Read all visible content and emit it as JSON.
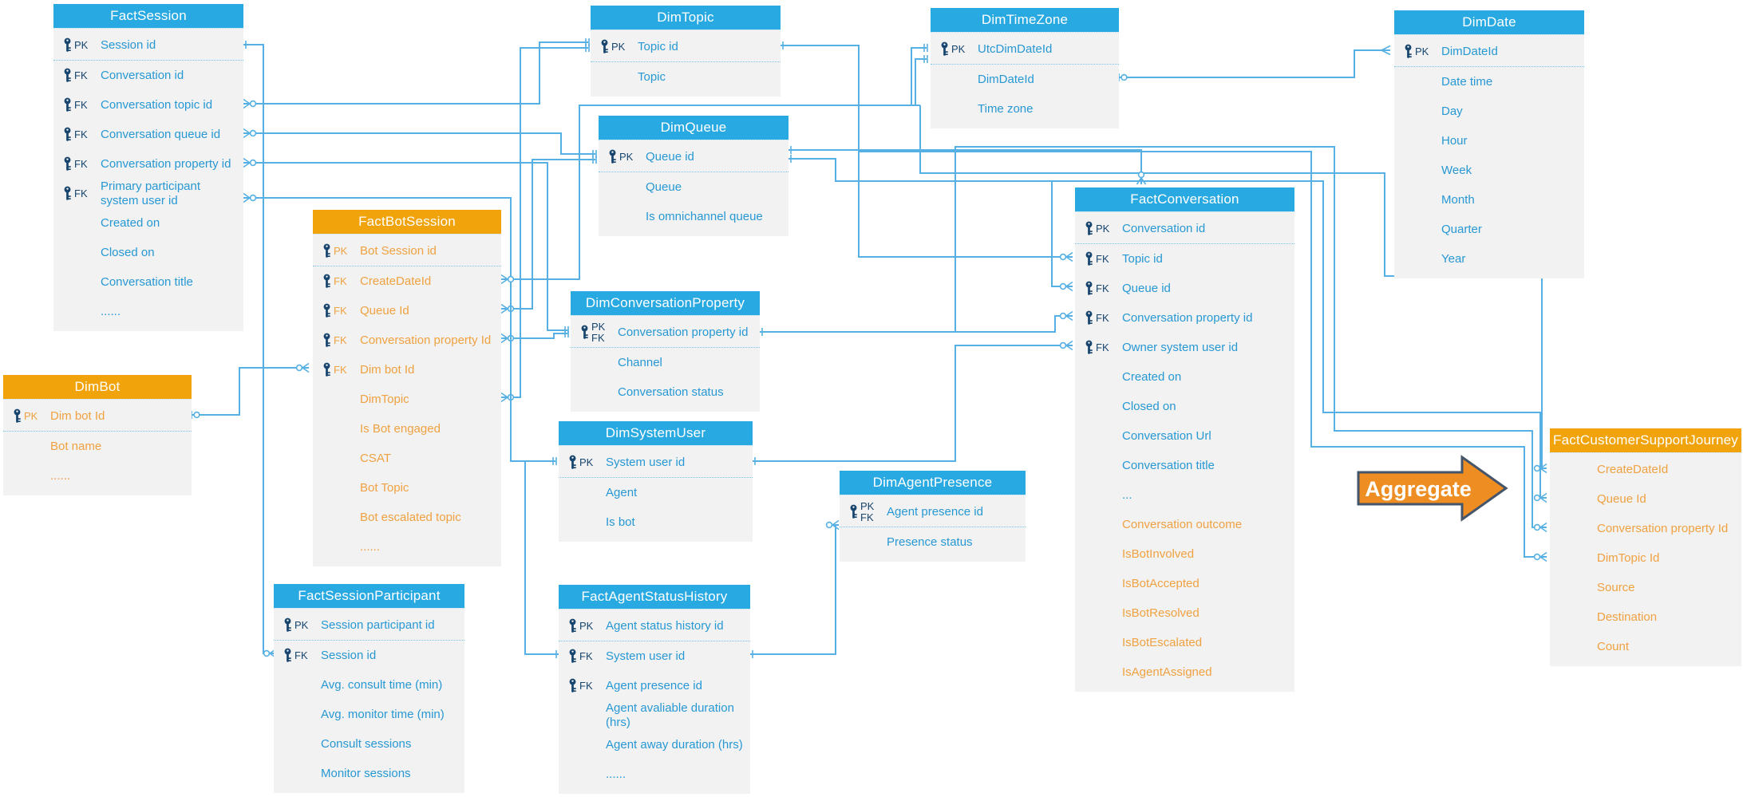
{
  "colors": {
    "blue": "#29a9e1",
    "orange": "#f0a30a",
    "line": "#56b0e3",
    "row_blue": "#2798d4",
    "row_orange": "#f0a141",
    "key_navy": "#17456e",
    "body_bg": "#f2f2f2",
    "arrow_fill": "#ee8d22",
    "arrow_border": "#44546a"
  },
  "aggregate_label": "Aggregate",
  "tables": [
    {
      "id": "factSession",
      "header": "FactSession",
      "theme": "blue",
      "rows": [
        {
          "key": "PK",
          "label": "Session id"
        },
        {
          "key": "FK",
          "label": "Conversation id"
        },
        {
          "key": "FK",
          "label": "Conversation topic id"
        },
        {
          "key": "FK",
          "label": "Conversation queue id"
        },
        {
          "key": "FK",
          "label": "Conversation property id"
        },
        {
          "key": "FK",
          "label": "Primary participant system user id"
        },
        {
          "label": "Created on"
        },
        {
          "label": "Closed on"
        },
        {
          "label": "Conversation title"
        },
        {
          "label": "......"
        }
      ]
    },
    {
      "id": "dimBot",
      "header": "DimBot",
      "theme": "orange",
      "rows": [
        {
          "key": "PK",
          "label": "Dim bot Id"
        },
        {
          "label": "Bot name"
        },
        {
          "label": "......"
        }
      ]
    },
    {
      "id": "factBotSession",
      "header": "FactBotSession",
      "theme": "orange",
      "rows": [
        {
          "key": "PK",
          "label": "Bot Session id"
        },
        {
          "key": "FK",
          "label": "CreateDateId"
        },
        {
          "key": "FK",
          "label": "Queue Id"
        },
        {
          "key": "FK",
          "label": "Conversation property Id"
        },
        {
          "key": "FK",
          "label": "Dim bot Id"
        },
        {
          "label": "DimTopic"
        },
        {
          "label": "Is Bot engaged"
        },
        {
          "label": "CSAT"
        },
        {
          "label": "Bot Topic"
        },
        {
          "label": "Bot escalated topic"
        },
        {
          "label": "......"
        }
      ]
    },
    {
      "id": "factSessionParticipant",
      "header": "FactSessionParticipant",
      "theme": "blue",
      "rows": [
        {
          "key": "PK",
          "label": "Session participant id"
        },
        {
          "key": "FK",
          "label": "Session id"
        },
        {
          "label": "Avg. consult time (min)"
        },
        {
          "label": "Avg. monitor time (min)"
        },
        {
          "label": "Consult sessions"
        },
        {
          "label": "Monitor sessions"
        }
      ]
    },
    {
      "id": "dimTopic",
      "header": "DimTopic",
      "theme": "blue",
      "rows": [
        {
          "key": "PK",
          "label": "Topic id"
        },
        {
          "label": "Topic"
        }
      ]
    },
    {
      "id": "dimQueue",
      "header": "DimQueue",
      "theme": "blue",
      "rows": [
        {
          "key": "PK",
          "label": "Queue id"
        },
        {
          "label": "Queue"
        },
        {
          "label": "Is omnichannel queue"
        }
      ]
    },
    {
      "id": "dimConversationProperty",
      "header": "DimConversationProperty",
      "theme": "blue",
      "rows": [
        {
          "key": "PK\nFK",
          "label": "Conversation property id"
        },
        {
          "label": "Channel"
        },
        {
          "label": "Conversation status"
        }
      ]
    },
    {
      "id": "dimSystemUser",
      "header": "DimSystemUser",
      "theme": "blue",
      "rows": [
        {
          "key": "PK",
          "label": "System user id"
        },
        {
          "label": "Agent"
        },
        {
          "label": "Is bot"
        }
      ]
    },
    {
      "id": "factAgentStatusHistory",
      "header": "FactAgentStatusHistory",
      "theme": "blue",
      "rows": [
        {
          "key": "PK",
          "label": "Agent status history id"
        },
        {
          "key": "FK",
          "label": "System user id"
        },
        {
          "key": "FK",
          "label": "Agent presence id"
        },
        {
          "label": "Agent avaliable duration (hrs)"
        },
        {
          "label": "Agent away duration (hrs)"
        },
        {
          "label": "......"
        }
      ]
    },
    {
      "id": "dimAgentPresence",
      "header": "DimAgentPresence",
      "theme": "blue",
      "rows": [
        {
          "key": "PK\nFK",
          "label": "Agent presence id"
        },
        {
          "label": "Presence status"
        }
      ]
    },
    {
      "id": "dimTimeZone",
      "header": "DimTimeZone",
      "theme": "blue",
      "rows": [
        {
          "key": "PK",
          "label": "UtcDimDateId"
        },
        {
          "label": "DimDateId"
        },
        {
          "label": "Time zone"
        }
      ]
    },
    {
      "id": "factConversation",
      "header": "FactConversation",
      "theme": "blue",
      "rows": [
        {
          "key": "PK",
          "label": "Conversation id"
        },
        {
          "key": "FK",
          "label": "Topic id"
        },
        {
          "key": "FK",
          "label": "Queue id"
        },
        {
          "key": "FK",
          "label": "Conversation property id"
        },
        {
          "key": "FK",
          "label": "Owner system user id"
        },
        {
          "label": "Created on"
        },
        {
          "label": "Closed on"
        },
        {
          "label": "Conversation Url"
        },
        {
          "label": "Conversation title"
        },
        {
          "label": "..."
        },
        {
          "label": "Conversation outcome",
          "color": "orange"
        },
        {
          "label": "IsBotInvolved",
          "color": "orange"
        },
        {
          "label": "IsBotAccepted",
          "color": "orange"
        },
        {
          "label": "IsBotResolved",
          "color": "orange"
        },
        {
          "label": "IsBotEscalated",
          "color": "orange"
        },
        {
          "label": "IsAgentAssigned",
          "color": "orange"
        }
      ]
    },
    {
      "id": "dimDate",
      "header": "DimDate",
      "theme": "blue",
      "rows": [
        {
          "key": "PK",
          "label": "DimDateId"
        },
        {
          "label": "Date time"
        },
        {
          "label": "Day"
        },
        {
          "label": "Hour"
        },
        {
          "label": "Week"
        },
        {
          "label": "Month"
        },
        {
          "label": "Quarter"
        },
        {
          "label": "Year"
        }
      ]
    },
    {
      "id": "factCustomerSupportJourney",
      "header": "FactCustomerSupportJourney",
      "theme": "orange",
      "rows": [
        {
          "label": "CreateDateId"
        },
        {
          "label": "Queue Id"
        },
        {
          "label": "Conversation property Id"
        },
        {
          "label": "DimTopic Id"
        },
        {
          "label": "Source"
        },
        {
          "label": "Destination"
        },
        {
          "label": "Count"
        }
      ]
    }
  ]
}
